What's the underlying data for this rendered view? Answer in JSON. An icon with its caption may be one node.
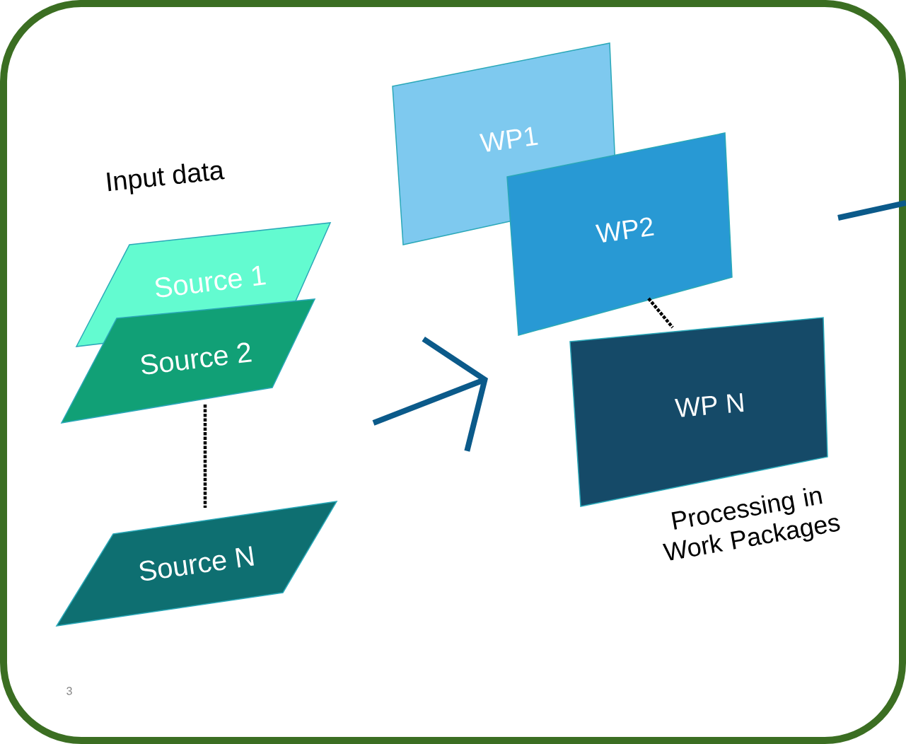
{
  "diagram": {
    "nodes": [
      {
        "text": [
          "Source 1"
        ]
      },
      {
        "text": [
          "Source 2"
        ]
      },
      {
        "text": [
          "Source N"
        ]
      },
      {
        "text": [
          "WP1"
        ]
      },
      {
        "text": [
          "WP2"
        ]
      },
      {
        "text": [
          "WP N"
        ]
      }
    ],
    "edges": [
      {
        "from": 1,
        "to": 2,
        "arrow": "none",
        "style": "dashed"
      },
      {
        "from": 4,
        "to": 5,
        "arrow": "none",
        "style": "dashed"
      }
    ],
    "labels": [
      "Input data",
      "Processing in Work Packages",
      "3"
    ]
  }
}
